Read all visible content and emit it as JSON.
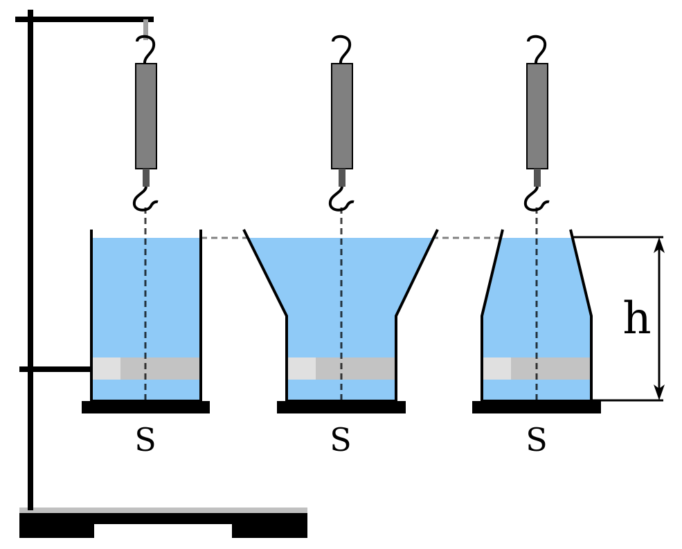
{
  "labels": {
    "base_area": [
      "S",
      "S",
      "S"
    ],
    "height": "h"
  },
  "colors": {
    "water": "#8fcaf7",
    "outline": "#000000",
    "spring_body": "#808080",
    "spring_rod": "#555555",
    "dashed_line": "#808080",
    "plate": "#c3c3c3",
    "plate_highlight": "#e0e0e0",
    "stand_top": "#c0c0c0"
  },
  "containers": [
    {
      "name": "straight",
      "shape": "cylinder"
    },
    {
      "name": "funnel",
      "shape": "widening-top"
    },
    {
      "name": "narrowing",
      "shape": "narrowing-top"
    }
  ]
}
